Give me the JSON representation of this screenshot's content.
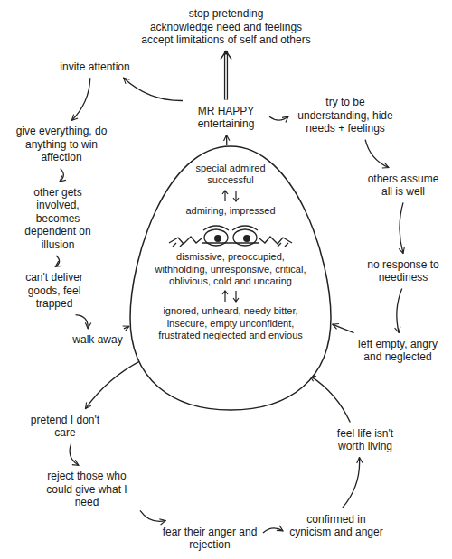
{
  "diagram": {
    "nodes": [
      {
        "text": [
          "stop pretending",
          "acknowledge need and feelings",
          "accept limitations of self and others"
        ]
      },
      {
        "text": [
          "invite attention"
        ]
      },
      {
        "text": [
          "MR HAPPY entertaining"
        ]
      },
      {
        "text": [
          "try to be understanding, hide needs + feelings"
        ]
      },
      {
        "text": [
          "give everything, do anything to win affection"
        ]
      },
      {
        "text": [
          "others assume all is well"
        ]
      },
      {
        "text": [
          "other gets involved, becomes dependent on illusion"
        ]
      },
      {
        "text": [
          "special admired successful",
          "admiring, impressed",
          "dismissive, preoccupied, withholding, unresponsive, critical, oblivious, cold and uncaring",
          "ignored, unheard, needy bitter, insecure, empty unconfident, frustrated neglected and envious"
        ]
      },
      {
        "text": [
          "no response to neediness"
        ]
      },
      {
        "text": [
          "can't deliver goods, feel trapped"
        ]
      },
      {
        "text": [
          "walk away"
        ]
      },
      {
        "text": [
          "left empty, angry and neglected"
        ]
      },
      {
        "text": [
          "pretend I don't care"
        ]
      },
      {
        "text": [
          "feel life isn't worth living"
        ]
      },
      {
        "text": [
          "reject those who could give what I need"
        ]
      },
      {
        "text": [
          "fear their anger and rejection"
        ]
      },
      {
        "text": [
          "confirmed in cynicism and anger"
        ]
      }
    ],
    "edges": [
      {
        "from": 7,
        "to": 2,
        "arrow": "to"
      },
      {
        "from": 2,
        "to": 0,
        "arrow": "to"
      },
      {
        "from": 2,
        "to": 1,
        "arrow": "to"
      },
      {
        "from": 2,
        "to": 3,
        "arrow": "to"
      },
      {
        "from": 1,
        "to": 4,
        "arrow": "to"
      },
      {
        "from": 4,
        "to": 6,
        "arrow": "to"
      },
      {
        "from": 6,
        "to": 9,
        "arrow": "to"
      },
      {
        "from": 9,
        "to": 10,
        "arrow": "to"
      },
      {
        "from": 10,
        "to": 7,
        "arrow": "to"
      },
      {
        "from": 3,
        "to": 5,
        "arrow": "to"
      },
      {
        "from": 5,
        "to": 8,
        "arrow": "to"
      },
      {
        "from": 8,
        "to": 11,
        "arrow": "to"
      },
      {
        "from": 11,
        "to": 7,
        "arrow": "to"
      },
      {
        "from": 7,
        "to": 12,
        "arrow": "to"
      },
      {
        "from": 12,
        "to": 14,
        "arrow": "to"
      },
      {
        "from": 14,
        "to": 15,
        "arrow": "to"
      },
      {
        "from": 15,
        "to": 16,
        "arrow": "to"
      },
      {
        "from": 16,
        "to": 13,
        "arrow": "to"
      },
      {
        "from": 13,
        "to": 7,
        "arrow": "to"
      }
    ]
  }
}
